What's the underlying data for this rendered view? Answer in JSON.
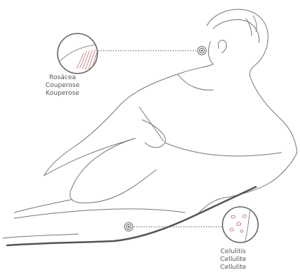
{
  "callouts": {
    "rosacea": {
      "lines": [
        "Rosácea",
        "Couperose",
        "Kouperose"
      ],
      "icon": "skin-redness-magnifier-icon"
    },
    "cellulite": {
      "lines": [
        "Celulitis",
        "Cellulite",
        "Cellulite"
      ],
      "icon": "skin-cellulite-magnifier-icon"
    }
  },
  "colors": {
    "outline": "#777777",
    "marker": "#666666",
    "accent": "#c0606a",
    "text": "#555555"
  }
}
